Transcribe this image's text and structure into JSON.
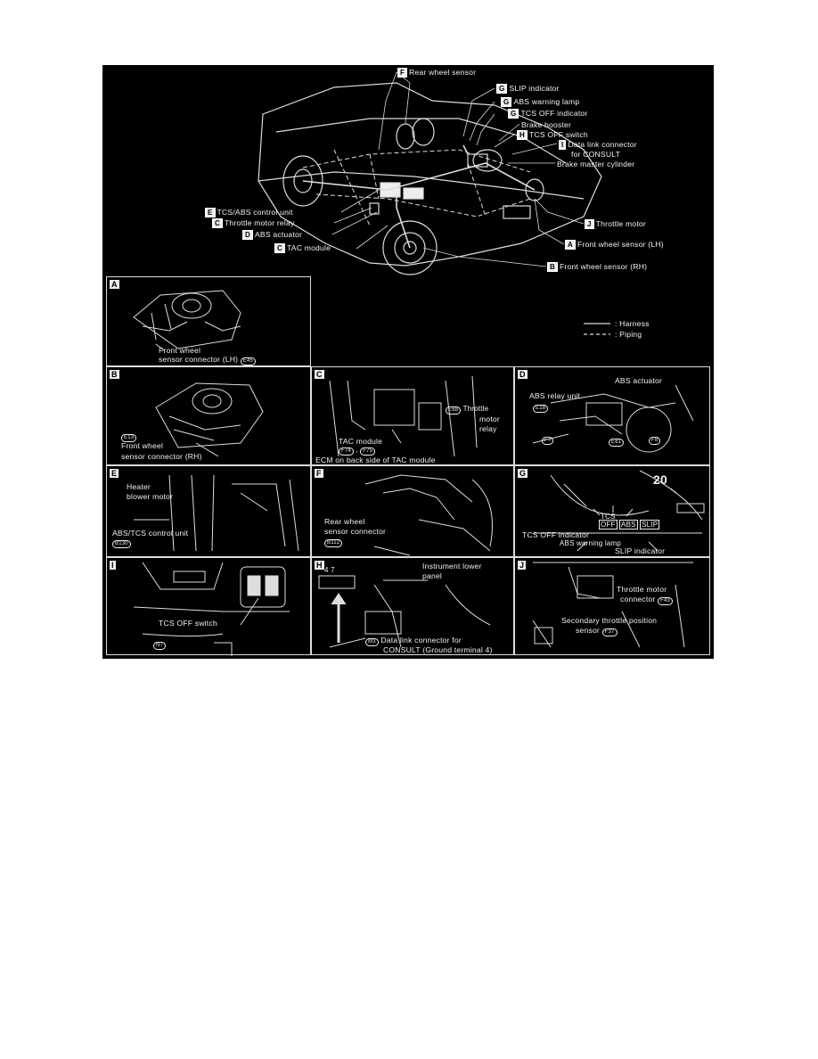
{
  "main_labels": {
    "F_rear_wheel_sensor": {
      "badge": "F",
      "text": "Rear wheel sensor"
    },
    "G_slip": {
      "badge": "G",
      "text": "SLIP indicator"
    },
    "G_abs_lamp": {
      "badge": "G",
      "text": "ABS warning lamp"
    },
    "G_tcs_off": {
      "badge": "G",
      "text": "TCS OFF indicator"
    },
    "brake_booster": "Brake booster",
    "H_tcs_switch": {
      "badge": "H",
      "text": "TCS OFF switch"
    },
    "I_data_link": {
      "badge": "I",
      "text": "Data link connector",
      "text2": "for CONSULT"
    },
    "brake_master": "Brake master cylinder",
    "E_control": {
      "badge": "E",
      "text": "TCS/ABS control unit"
    },
    "C_relay": {
      "badge": "C",
      "text": "Throttle motor relay"
    },
    "D_actuator": {
      "badge": "D",
      "text": "ABS actuator"
    },
    "C_tac": {
      "badge": "C",
      "text": "TAC module"
    },
    "J_throttle": {
      "badge": "J",
      "text": "Throttle motor"
    },
    "A_front_lh": {
      "badge": "A",
      "text": "Front wheel sensor (LH)"
    },
    "B_front_rh": {
      "badge": "B",
      "text": "Front wheel sensor (RH)"
    }
  },
  "legend": {
    "harness": ": Harness",
    "piping": ": Piping"
  },
  "panels": {
    "A": {
      "letter": "A",
      "line1": "Front wheel",
      "line2": "sensor connector (LH)",
      "code": "E45"
    },
    "B": {
      "letter": "B",
      "code": "E13",
      "line1": "Front wheel",
      "line2": "sensor connector (RH)"
    },
    "C": {
      "letter": "C",
      "code_relay": "E68",
      "relay1": "Throttle",
      "relay2": "motor",
      "relay3": "relay",
      "tac": "TAC module",
      "code1": "F74",
      "code2": "F75",
      "ecm": "ECM on back side of TAC module"
    },
    "D": {
      "letter": "D",
      "actuator": "ABS actuator",
      "relay_unit": "ABS relay unit",
      "code1": "E18",
      "code2": "F7",
      "code3": "E61",
      "code4": "F8"
    },
    "E": {
      "letter": "E",
      "heater1": "Heater",
      "heater2": "blower motor",
      "control": "ABS/TCS control unit",
      "code": "B130"
    },
    "F": {
      "letter": "F",
      "line1": "Rear wheel",
      "line2": "sensor connector",
      "code": "B112"
    },
    "G": {
      "letter": "G",
      "speed": "20",
      "tcs": "TCS",
      "off": "OFF",
      "abs": "ABS",
      "slip": "SLIP",
      "tcs_off_ind": "TCS OFF indicator",
      "abs_lamp": "ABS warning lamp",
      "slip_ind": "SLIP indicator"
    },
    "I": {
      "letter": "I",
      "switch": "TCS OFF switch",
      "code": "N7"
    },
    "H": {
      "letter": "H",
      "pin": "4 7",
      "panel1": "Instrument lower",
      "panel2": "panel",
      "code": "M3",
      "dlc1": "Data link connector for",
      "dlc2": "CONSULT (Ground terminal 4)"
    },
    "J": {
      "letter": "J",
      "tm1": "Throttle motor",
      "tm2": "connector",
      "code1": "F43",
      "stp1": "Secondary throttle position",
      "stp2": "sensor",
      "code2": "F37"
    }
  }
}
